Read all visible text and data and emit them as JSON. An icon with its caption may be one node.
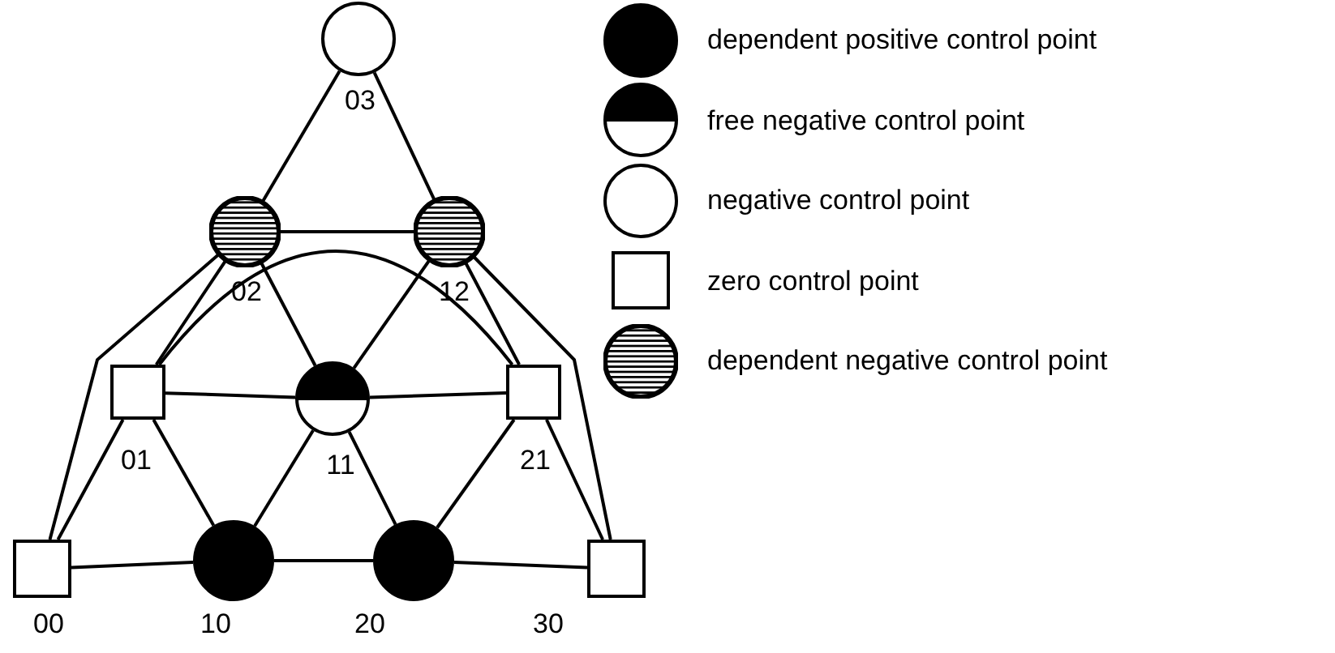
{
  "diagram": {
    "nodes": [
      {
        "text": [
          "03"
        ]
      },
      {
        "text": [
          "02"
        ]
      },
      {
        "text": [
          "12"
        ]
      },
      {
        "text": [
          "01"
        ]
      },
      {
        "text": [
          "11"
        ]
      },
      {
        "text": [
          "21"
        ]
      },
      {
        "text": [
          "00"
        ]
      },
      {
        "text": [
          "10"
        ]
      },
      {
        "text": [
          "20"
        ]
      },
      {
        "text": [
          "30"
        ]
      }
    ],
    "edges": [
      {
        "from": 0,
        "to": 1,
        "arrow": "none"
      },
      {
        "from": 0,
        "to": 2,
        "arrow": "none"
      },
      {
        "from": 1,
        "to": 2,
        "arrow": "none"
      },
      {
        "from": 1,
        "to": 3,
        "arrow": "none"
      },
      {
        "from": 2,
        "to": 5,
        "arrow": "none"
      },
      {
        "from": 1,
        "to": 4,
        "arrow": "none"
      },
      {
        "from": 2,
        "to": 4,
        "arrow": "none"
      },
      {
        "from": 3,
        "to": 4,
        "arrow": "none"
      },
      {
        "from": 4,
        "to": 5,
        "arrow": "none"
      },
      {
        "from": 6,
        "to": 3,
        "arrow": "none"
      },
      {
        "from": 6,
        "to": 1,
        "arrow": "none"
      },
      {
        "from": 9,
        "to": 5,
        "arrow": "none"
      },
      {
        "from": 9,
        "to": 2,
        "arrow": "none"
      },
      {
        "from": 3,
        "to": 5,
        "arrow": "none"
      },
      {
        "from": 3,
        "to": 7,
        "arrow": "none"
      },
      {
        "from": 7,
        "to": 4,
        "arrow": "none"
      },
      {
        "from": 4,
        "to": 8,
        "arrow": "none"
      },
      {
        "from": 8,
        "to": 5,
        "arrow": "none"
      },
      {
        "from": 6,
        "to": 7,
        "arrow": "none"
      },
      {
        "from": 7,
        "to": 8,
        "arrow": "none"
      },
      {
        "from": 8,
        "to": 9,
        "arrow": "none"
      }
    ],
    "legend": [
      {
        "text": "dependent positive control point"
      },
      {
        "text": "free negative control point"
      },
      {
        "text": "negative control point"
      },
      {
        "text": "zero control point"
      },
      {
        "text": "dependent negative control point"
      }
    ]
  }
}
